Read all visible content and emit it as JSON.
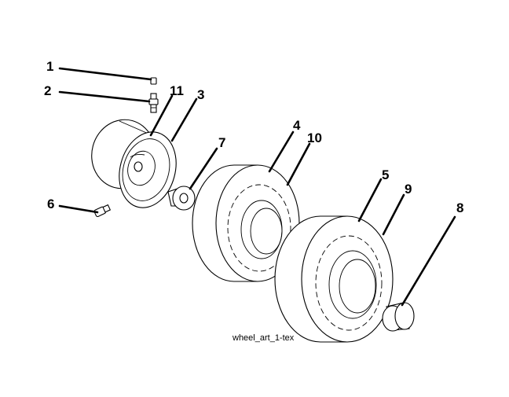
{
  "callouts": {
    "c1": "1",
    "c2": "2",
    "c3": "3",
    "c4": "4",
    "c5": "5",
    "c6": "6",
    "c7": "7",
    "c8": "8",
    "c9": "9",
    "c10": "10",
    "c11": "11"
  },
  "caption": "wheel_art_1-tex"
}
